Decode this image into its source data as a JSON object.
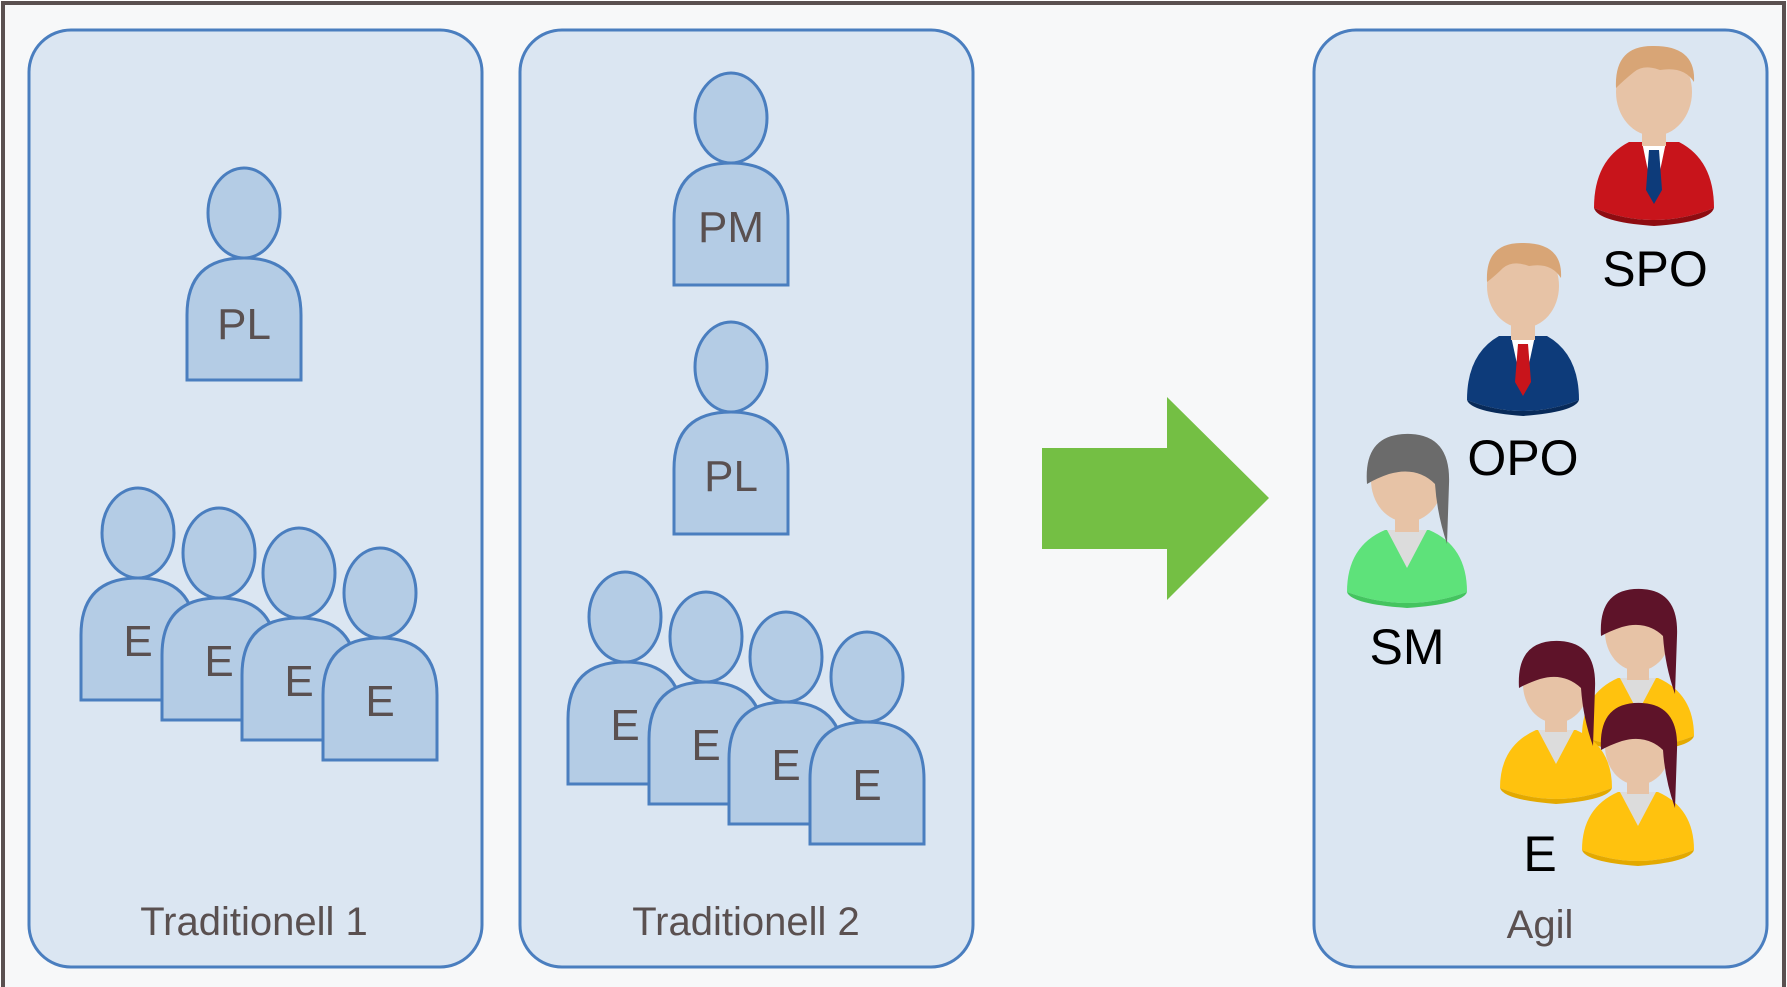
{
  "colors": {
    "frame_border": "#5a5050",
    "frame_bg": "#f7f8f9",
    "panel_fill": "#dbe6f2",
    "panel_stroke": "#4a7ebf",
    "figure_fill": "#b4cce5",
    "figure_stroke": "#4a7ebf",
    "figure_text": "#5a5050",
    "caption_text": "#5a5050",
    "arrow": "#74bf44",
    "avatar_text": "#000000"
  },
  "panels": {
    "traditional_1": {
      "caption": "Traditionell 1",
      "leader_label": "PL",
      "team_labels": [
        "E",
        "E",
        "E",
        "E"
      ]
    },
    "traditional_2": {
      "caption": "Traditionell 2",
      "top_label": "PM",
      "leader_label": "PL",
      "team_labels": [
        "E",
        "E",
        "E",
        "E"
      ]
    },
    "agile": {
      "caption": "Agil",
      "roles": {
        "spo": "SPO",
        "opo": "OPO",
        "sm": "SM",
        "team": "E"
      }
    }
  },
  "arrow": {
    "icon": "right-arrow-icon"
  }
}
